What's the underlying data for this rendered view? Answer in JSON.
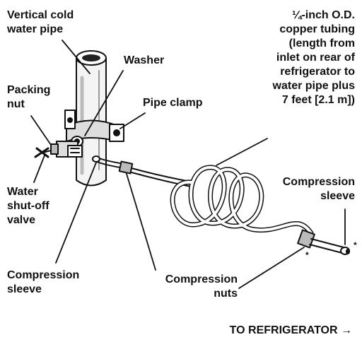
{
  "colors": {
    "ink": "#111111",
    "background": "#ffffff",
    "pipe_shade": "#c9c9c9",
    "tube_shade": "#e4e4e4"
  },
  "labels": {
    "vertical_pipe": [
      "Vertical cold",
      "water pipe"
    ],
    "washer": "Washer",
    "packing_nut": [
      "Packing",
      "nut"
    ],
    "pipe_clamp": "Pipe clamp",
    "water_valve": [
      "Water",
      "shut-off",
      "valve"
    ],
    "copper_tubing": [
      "¼-inch O.D.",
      "copper tubing",
      "(length from",
      "inlet on rear of",
      "refrigerator to",
      "water pipe plus",
      "7 feet [2.1 m])"
    ],
    "compression_sleeve_right": [
      "Compression",
      "sleeve"
    ],
    "compression_sleeve_left": [
      "Compression",
      "sleeve"
    ],
    "compression_nuts": [
      "Compression",
      "nuts"
    ],
    "to_refrigerator": "TO REFRIGERATOR →",
    "asterisk": "*"
  }
}
